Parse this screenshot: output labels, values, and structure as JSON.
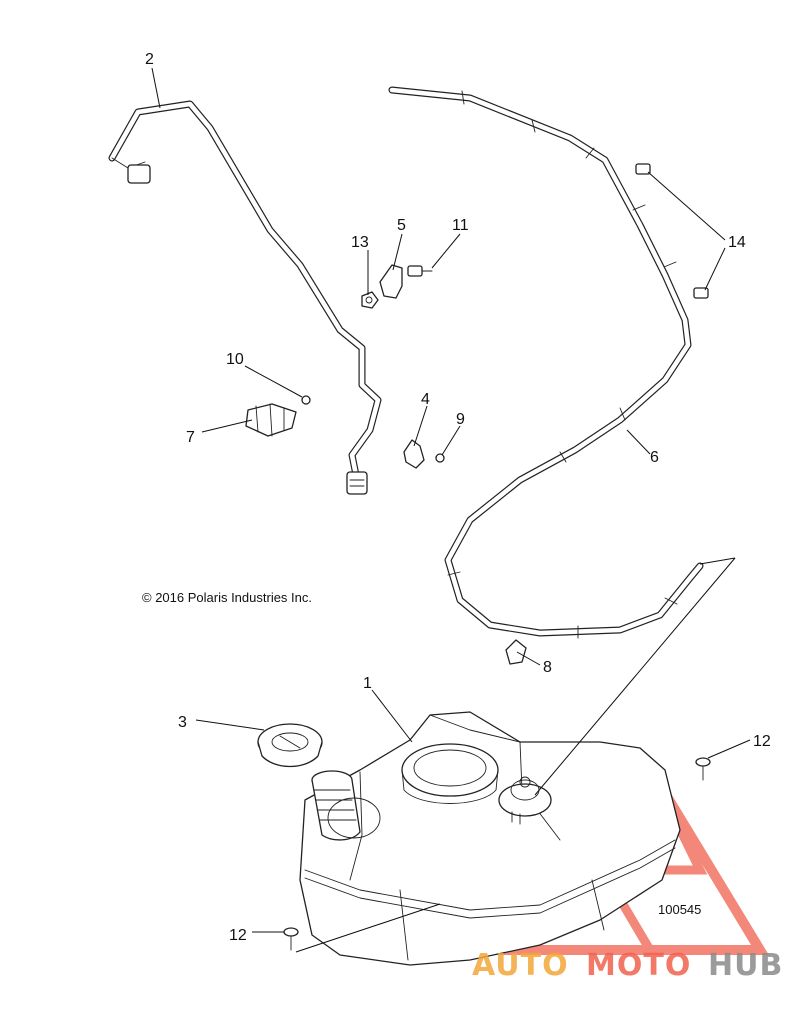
{
  "diagram": {
    "copyright": "© 2016 Polaris Industries Inc.",
    "figure_number": "100545",
    "callouts": {
      "c1": "1",
      "c2": "2",
      "c3": "3",
      "c4": "4",
      "c5": "5",
      "c6": "6",
      "c7": "7",
      "c8": "8",
      "c9": "9",
      "c10": "10",
      "c11": "11",
      "c12a": "12",
      "c12b": "12",
      "c13": "13",
      "c14": "14"
    }
  },
  "watermark": {
    "part1": "AUTO",
    "part2": "MOTO",
    "part3": "HUB",
    "color_primary": "#f2a63a",
    "color_accent": "#f0604d",
    "color_dark": "#8a8a8a"
  }
}
